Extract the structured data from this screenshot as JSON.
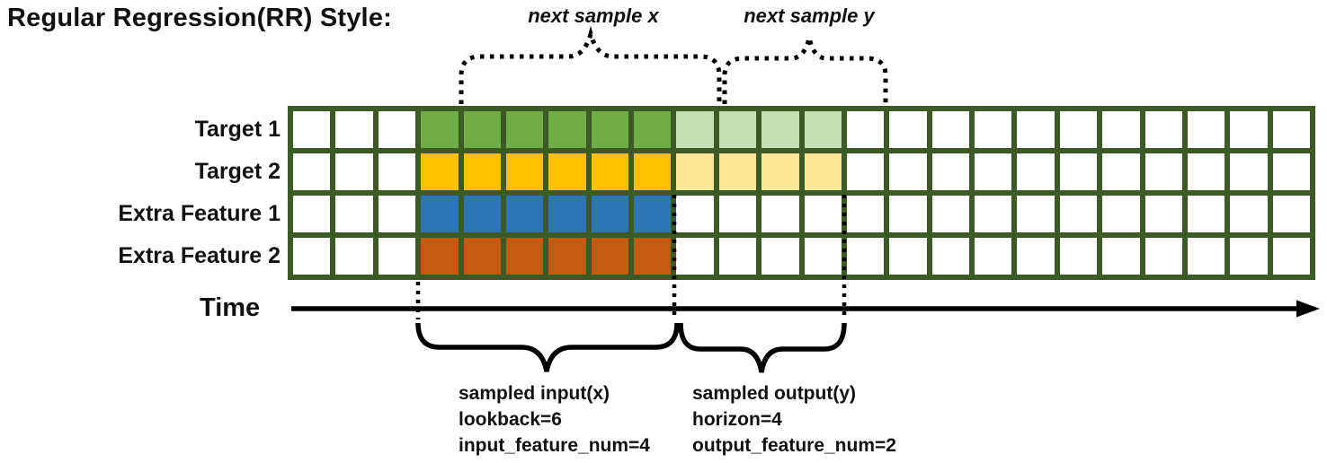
{
  "title": "Regular Regression(RR) Style:",
  "labels": {
    "time": "Time",
    "next_sample_x": "next sample x",
    "next_sample_y": "next sample y"
  },
  "grid": {
    "columns": 24,
    "lead_in_columns": 3,
    "lookback": 6,
    "horizon": 4,
    "rows": [
      {
        "label": "Target 1",
        "solid_color": "green",
        "forecast_color": "green_light",
        "has_forecast": true
      },
      {
        "label": "Target 2",
        "solid_color": "yellow",
        "forecast_color": "yellow_light",
        "has_forecast": true
      },
      {
        "label": "Extra Feature 1",
        "solid_color": "blue",
        "forecast_color": null,
        "has_forecast": false
      },
      {
        "label": "Extra Feature 2",
        "solid_color": "orange",
        "forecast_color": null,
        "has_forecast": false
      }
    ]
  },
  "colors": {
    "green": "#70AD47",
    "green_light": "#C5E0B4",
    "yellow": "#FFC000",
    "yellow_light": "#FFE699",
    "blue": "#2E75B6",
    "orange": "#C55A11",
    "grid_border": "#3C5A25",
    "cell_empty": "#FFFFFF",
    "ink": "#000000"
  },
  "annotations": {
    "input": {
      "line1": "sampled input(x)",
      "line2": "lookback=6",
      "line3": "input_feature_num=4"
    },
    "output": {
      "line1": "sampled output(y)",
      "line2": "horizon=4",
      "line3": "output_feature_num=2"
    }
  }
}
